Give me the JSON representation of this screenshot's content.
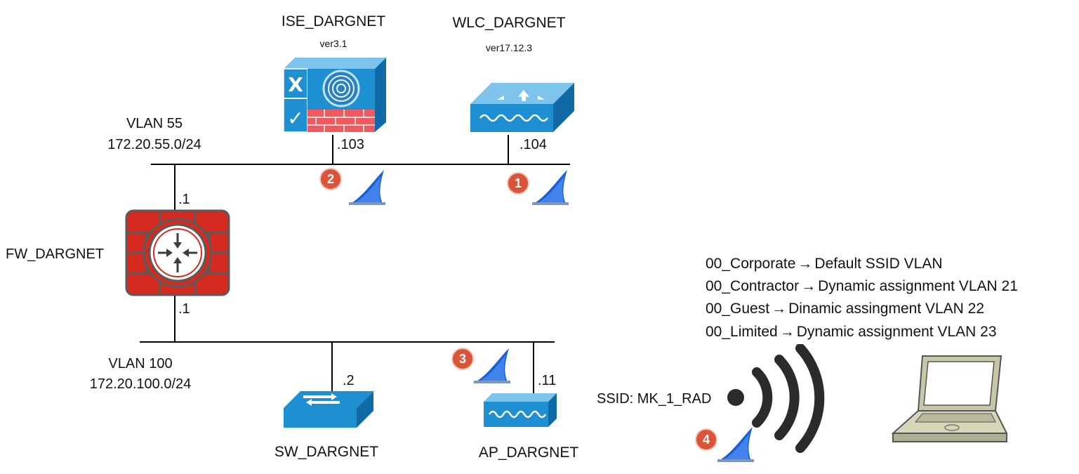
{
  "devices": {
    "ise": {
      "name": "ISE_DARGNET",
      "version": "ver3.1",
      "ip": ".103"
    },
    "wlc": {
      "name": "WLC_DARGNET",
      "version": "ver17.12.3",
      "ip": ".104"
    },
    "fw": {
      "name": "FW_DARGNET",
      "ip_top": ".1",
      "ip_bottom": ".1"
    },
    "sw": {
      "name": "SW_DARGNET",
      "ip": ".2"
    },
    "ap": {
      "name": "AP_DARGNET",
      "ip": ".11"
    }
  },
  "vlans": {
    "vlan55": {
      "name": "VLAN 55",
      "subnet": "172.20.55.0/24"
    },
    "vlan100": {
      "name": "VLAN 100",
      "subnet": "172.20.100.0/24"
    }
  },
  "wireless": {
    "ssid_label": "SSID: MK_1_RAD"
  },
  "ssid_mappings": [
    {
      "ssid": "00_Corporate",
      "arrow": "→",
      "desc": "Default SSID VLAN"
    },
    {
      "ssid": "00_Contractor",
      "arrow": "→",
      "desc": "Dynamic assignment VLAN 21"
    },
    {
      "ssid": "00_Guest",
      "arrow": "→",
      "desc": "Dinamic assingment VLAN 22"
    },
    {
      "ssid": "00_Limited",
      "arrow": "→",
      "desc": "Dynamic assignment VLAN 23"
    }
  ],
  "capture_points": [
    "1",
    "2",
    "3",
    "4"
  ],
  "colors": {
    "ise_blue": "#1e8fd0",
    "firewall_red": "#d42a20",
    "badge": "#d9553a",
    "shark_blue": "#1a5fd6"
  }
}
